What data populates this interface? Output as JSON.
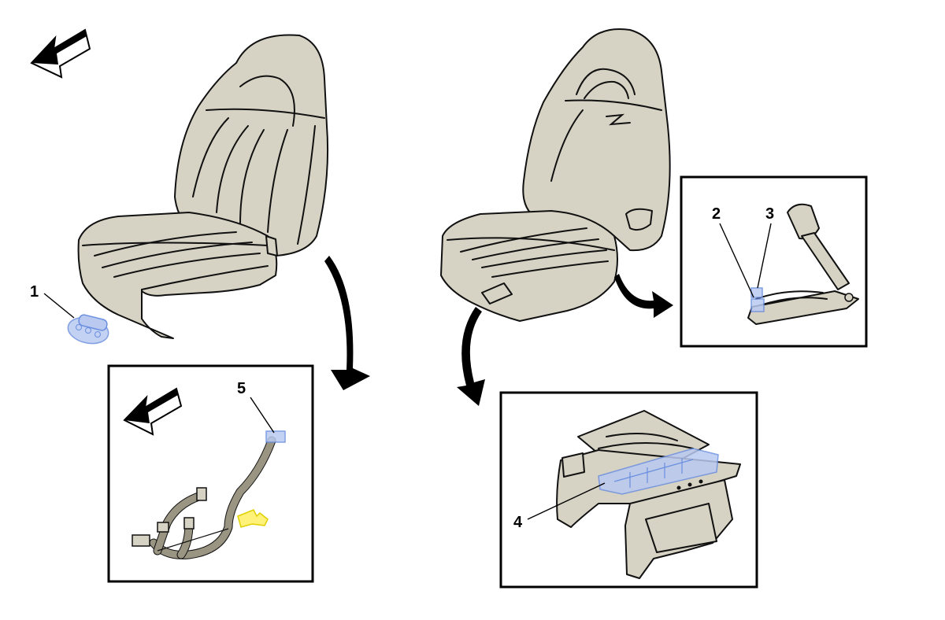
{
  "callouts": {
    "c1": "1",
    "c2": "2",
    "c3": "3",
    "c4": "4",
    "c5": "5"
  },
  "colors": {
    "seat_fill": "#d6d2c4",
    "highlight_blue": "#b9c9f0",
    "highlight_yellow": "#fff27a",
    "outline": "#111111"
  },
  "icons": {
    "direction_arrow": "forward-direction-arrow-icon",
    "curved_arrow": "curved-pointer-arrow-icon"
  }
}
